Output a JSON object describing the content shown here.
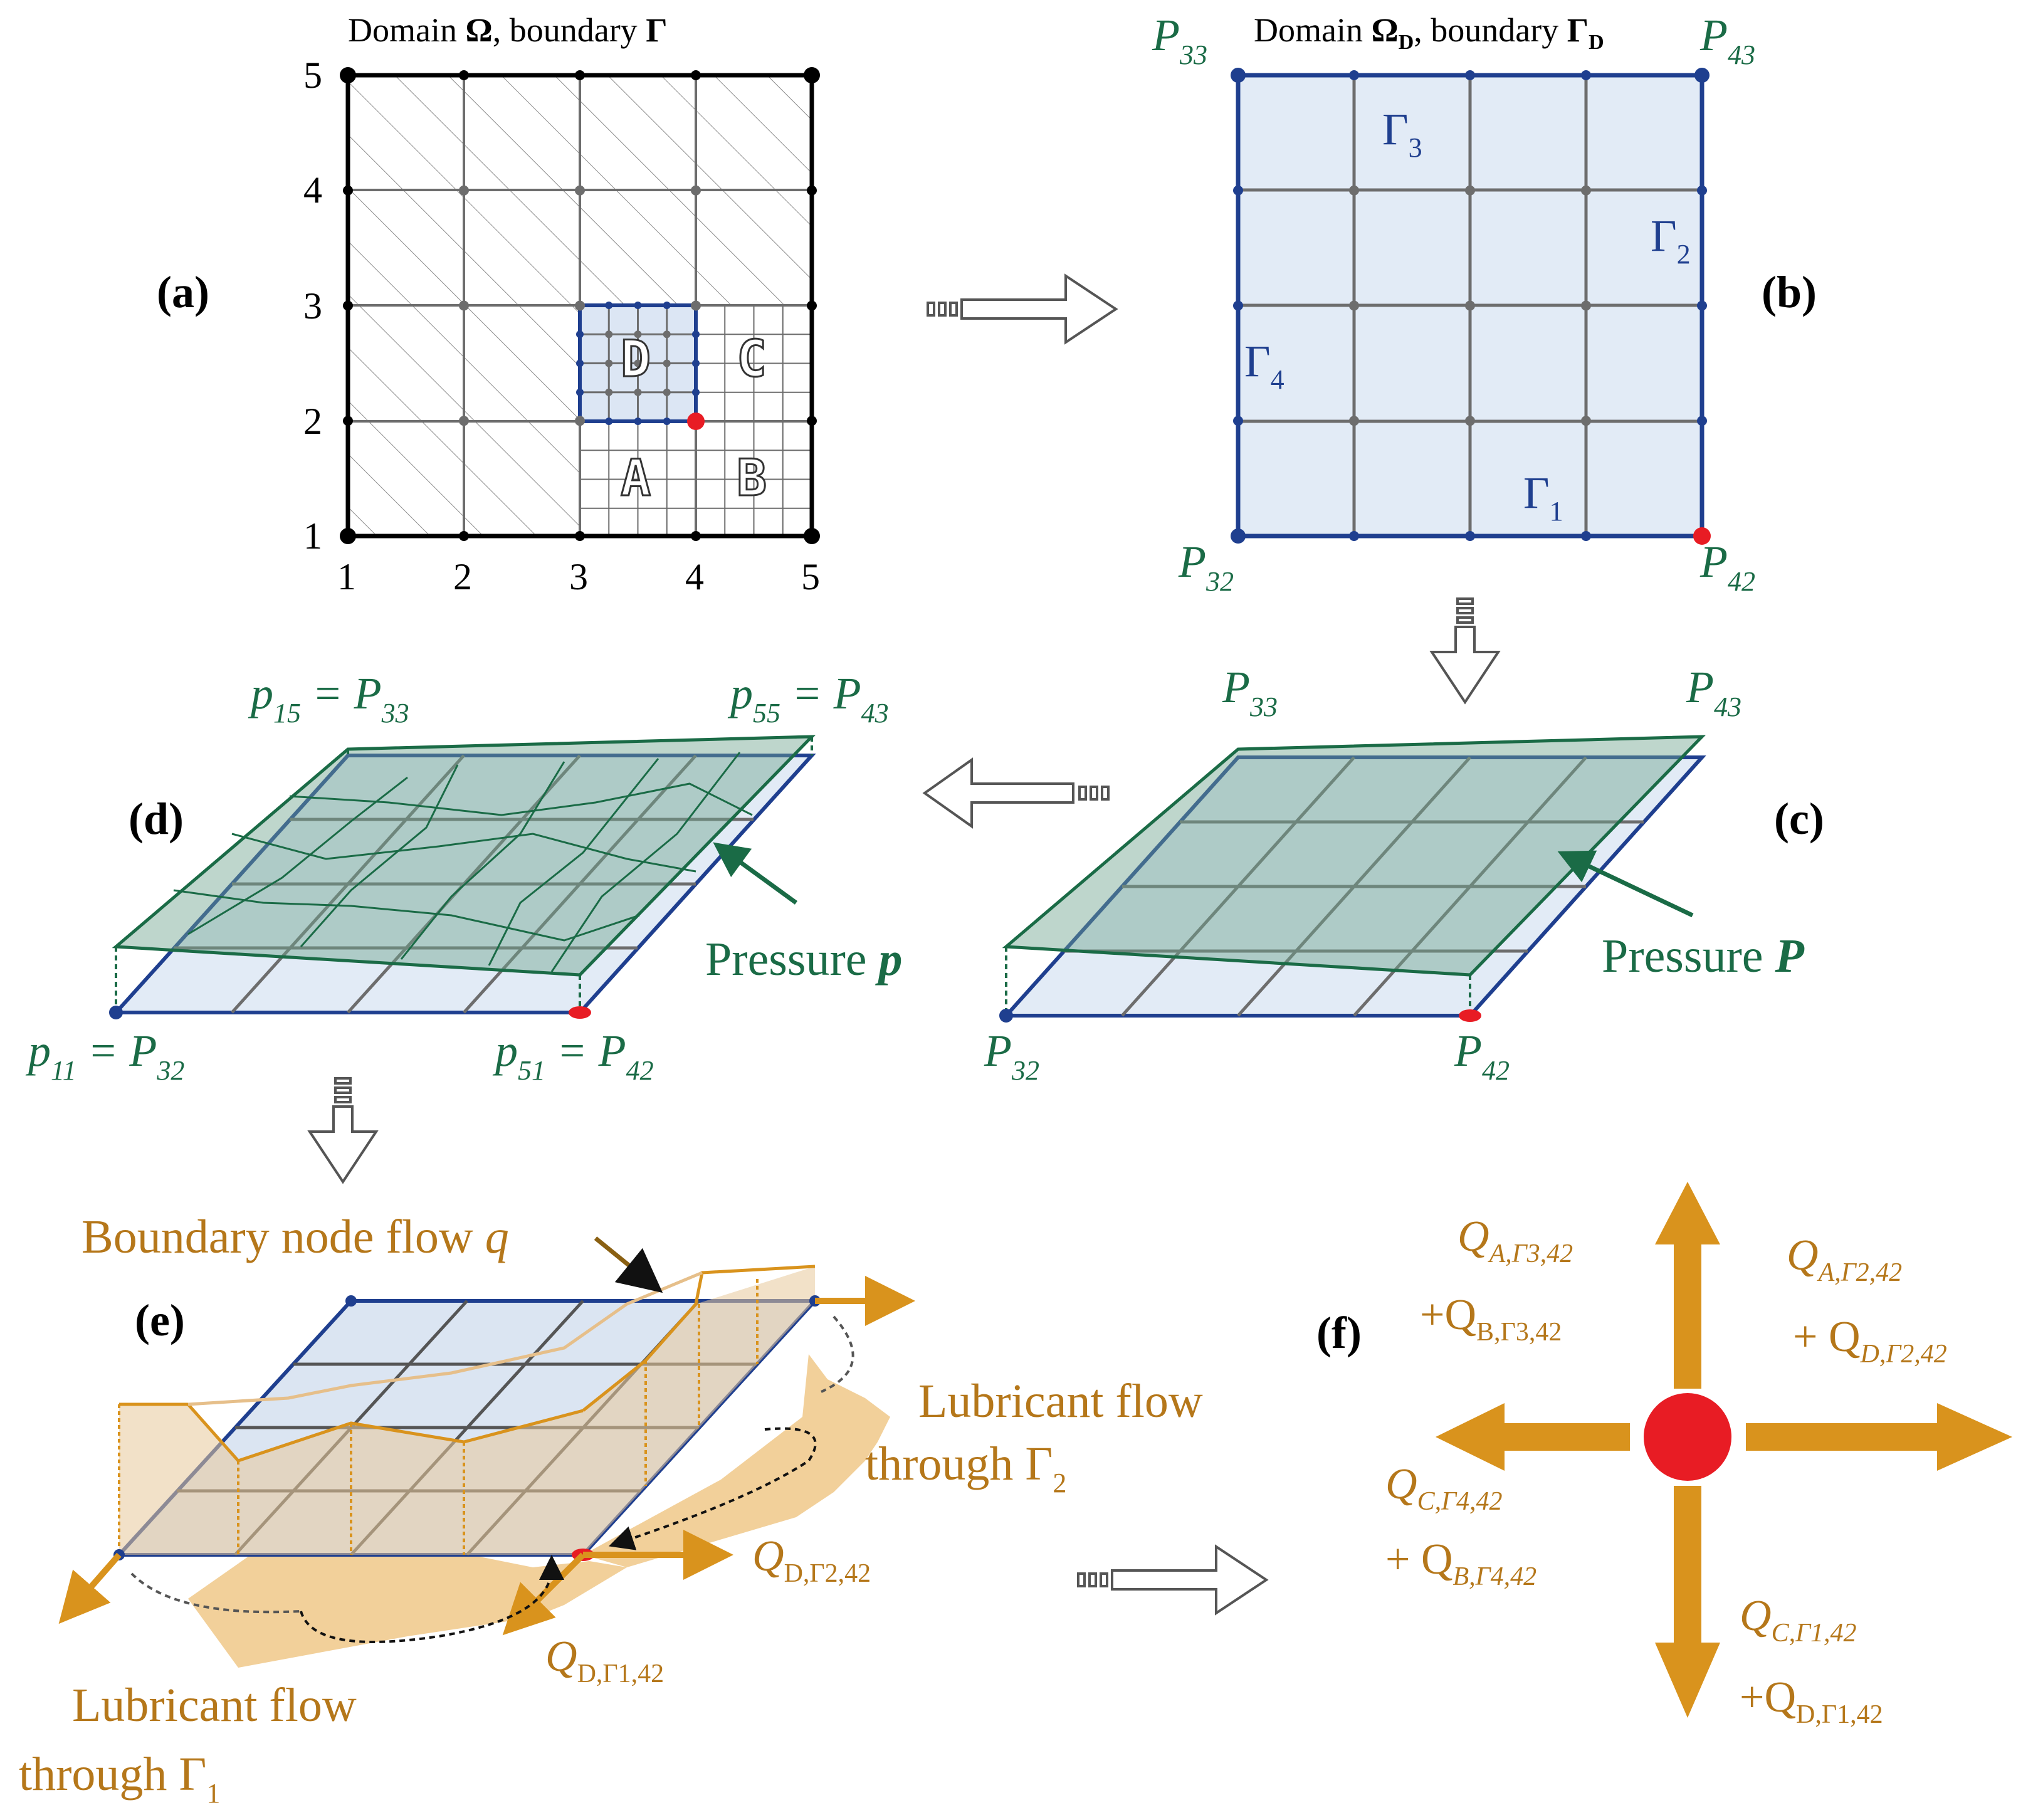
{
  "colors": {
    "green": "#1a6b46",
    "gold": "#b5771a",
    "orange": "#d9931d",
    "blue": "#1f3f8f",
    "grid_gray": "#6d6d6d",
    "light_blue": "#e2ebf6",
    "pressure_fill": "#6fa48f",
    "red": "#e81c24"
  },
  "panels": {
    "a": "(a)",
    "b": "(b)",
    "c": "(c)",
    "d": "(d)",
    "e": "(e)",
    "f": "(f)"
  },
  "a": {
    "title_pre": "Domain ",
    "title_omega": "Ω",
    "title_mid": ", boundary ",
    "title_gamma": "Γ",
    "xticks": [
      "1",
      "2",
      "3",
      "4",
      "5"
    ],
    "yticks": [
      "1",
      "2",
      "3",
      "4",
      "5"
    ],
    "sub_a": "A",
    "sub_b": "B",
    "sub_c": "C",
    "sub_d": "D"
  },
  "b": {
    "title_pre": "Domain ",
    "title_omega": "Ω",
    "title_omega_sub": "D",
    "title_mid": ", boundary ",
    "title_gamma": "Γ",
    "title_gamma_sub": "D",
    "corner_P": "P",
    "sub_33": "33",
    "sub_43": "43",
    "sub_32": "32",
    "sub_42": "42",
    "gamma": "Γ",
    "g1": "1",
    "g2": "2",
    "g3": "3",
    "g4": "4"
  },
  "c": {
    "corner_P": "P",
    "sub_33": "33",
    "sub_43": "43",
    "sub_32": "32",
    "sub_42": "42",
    "pressure_label": "Pressure ",
    "pressure_symbol": "P"
  },
  "d": {
    "p": "p",
    "eq": " = P",
    "sub_15": "15",
    "sub_33": "33",
    "sub_55": "55",
    "sub_43": "43",
    "sub_11": "11",
    "sub_32": "32",
    "sub_51": "51",
    "sub_42": "42",
    "pressure_label": "Pressure ",
    "pressure_symbol": "p"
  },
  "e": {
    "boundary_flow": "Boundary node flow ",
    "q": "q",
    "lub2_line1": "Lubricant flow",
    "lub2_line2": "through Γ",
    "lub2_sub": "2",
    "lub1_line1": "Lubricant flow",
    "lub1_line2": "through Γ",
    "lub1_sub": "1",
    "Q": "Q",
    "q_d2_sub": "D,Γ2,42",
    "q_d1_sub": "D,Γ1,42"
  },
  "f": {
    "Q": "Q",
    "top_l1_sub": "A,Γ3,42",
    "top_l2": "+Q",
    "top_l2_sub": "B,Γ3,42",
    "right_l1_sub": "A,Γ2,42",
    "right_l2": "+ Q",
    "right_l2_sub": "D,Γ2,42",
    "left_l1_sub": "C,Γ4,42",
    "left_l2": "+ Q",
    "left_l2_sub": "B,Γ4,42",
    "bottom_l1_sub": "C,Γ1,42",
    "bottom_l2": "+Q",
    "bottom_l2_sub": "D,Γ1,42"
  }
}
